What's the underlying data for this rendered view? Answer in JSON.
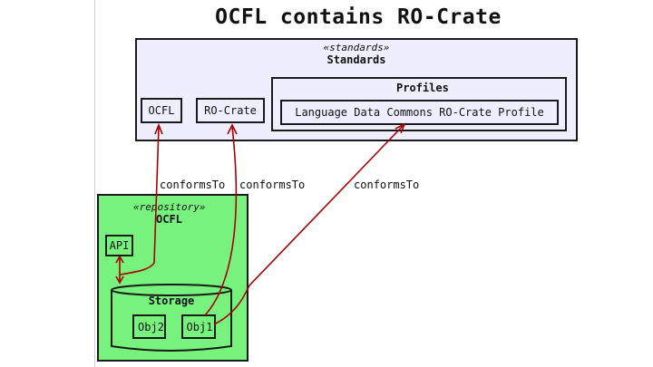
{
  "title": "OCFL contains RO-Crate",
  "standards": {
    "stereotype": "«standards»",
    "name": "Standards",
    "ocfl": "OCFL",
    "rocrate": "RO-Crate",
    "profiles": {
      "name": "Profiles",
      "ldc_profile": "Language Data Commons RO-Crate Profile"
    }
  },
  "repository": {
    "stereotype": "«repository»",
    "name": "OCFL",
    "api": "API",
    "storage": {
      "name": "Storage",
      "obj2": "Obj2",
      "obj1": "Obj1"
    }
  },
  "edges": {
    "label1": "conformsTo",
    "label2": "conformsTo",
    "label3": "conformsTo",
    "color": "#a80000"
  },
  "colors": {
    "standards_fill": "#eeeeff",
    "repository_fill": "#77f27c",
    "border": "#1a1a1a"
  }
}
